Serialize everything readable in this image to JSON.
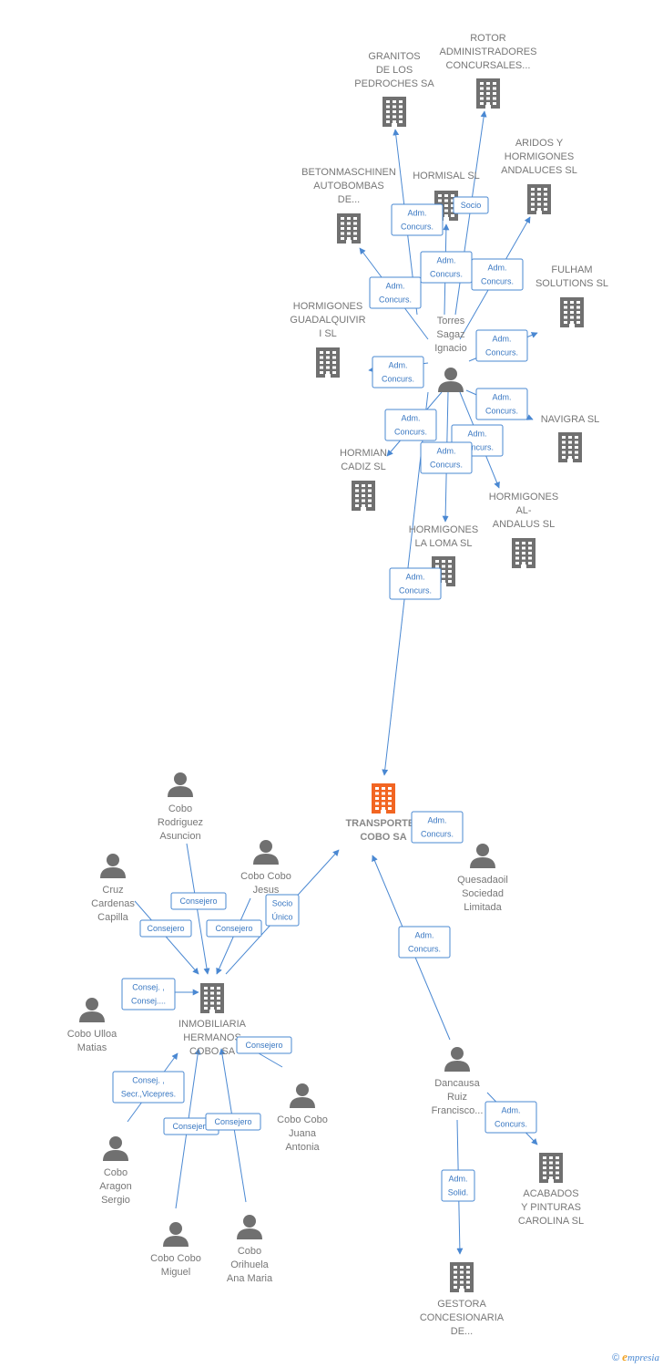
{
  "colors": {
    "edge": "#4a88d2",
    "node": "#707070",
    "main_node": "#f26522"
  },
  "nodes": [
    {
      "id": "transportes",
      "type": "company",
      "main": true,
      "lines": [
        "TRANSPORTES",
        "COBO SA"
      ]
    },
    {
      "id": "granitos",
      "type": "company",
      "lines": [
        "GRANITOS",
        "DE LOS",
        "PEDROCHES SA"
      ]
    },
    {
      "id": "rotor",
      "type": "company",
      "lines": [
        "ROTOR",
        "ADMINISTRADORES",
        "CONCURSALES..."
      ]
    },
    {
      "id": "aridos",
      "type": "company",
      "lines": [
        "ARIDOS Y",
        "HORMIGONES",
        "ANDALUCES SL"
      ]
    },
    {
      "id": "betonmaschinen",
      "type": "company",
      "lines": [
        "BETONMASCHINEN",
        "AUTOBOMBAS",
        "DE..."
      ]
    },
    {
      "id": "hormisal",
      "type": "company",
      "lines": [
        "HORMISAL SL"
      ]
    },
    {
      "id": "fulham",
      "type": "company",
      "lines": [
        "FULHAM",
        "SOLUTIONS SL"
      ]
    },
    {
      "id": "hormigones_guad",
      "type": "company",
      "lines": [
        "HORMIGONES",
        "GUADALQUIVIR",
        "I SL"
      ]
    },
    {
      "id": "navigra",
      "type": "company",
      "lines": [
        "NAVIGRA SL"
      ]
    },
    {
      "id": "hormian",
      "type": "company",
      "lines": [
        "HORMIAN",
        "CADIZ SL"
      ]
    },
    {
      "id": "hormigones_alandalus",
      "type": "company",
      "lines": [
        "HORMIGONES",
        "AL-",
        "ANDALUS SL"
      ]
    },
    {
      "id": "hormigones_loma",
      "type": "company",
      "lines": [
        "HORMIGONES",
        "LA LOMA SL"
      ]
    },
    {
      "id": "torres",
      "type": "person",
      "lines": [
        "Torres",
        "Sagaz",
        "Ignacio"
      ]
    },
    {
      "id": "quesadaoil",
      "type": "person",
      "lines": [
        "Quesadaoil",
        "Sociedad",
        "Limitada"
      ]
    },
    {
      "id": "cobo_rodriguez",
      "type": "person",
      "lines": [
        "Cobo",
        "Rodriguez",
        "Asuncion"
      ]
    },
    {
      "id": "cobo_cobo_jesus",
      "type": "person",
      "lines": [
        "Cobo Cobo",
        "Jesus"
      ]
    },
    {
      "id": "cruz_cardenas",
      "type": "person",
      "lines": [
        "Cruz",
        "Cardenas",
        "Capilla"
      ]
    },
    {
      "id": "inmobiliaria",
      "type": "company",
      "lines": [
        "INMOBILIARIA",
        "HERMANOS",
        "COBO SA"
      ]
    },
    {
      "id": "cobo_ulloa",
      "type": "person",
      "lines": [
        "Cobo Ulloa",
        "Matias"
      ]
    },
    {
      "id": "cobo_cobo_juana",
      "type": "person",
      "lines": [
        "Cobo Cobo",
        "Juana",
        "Antonia"
      ]
    },
    {
      "id": "cobo_aragon",
      "type": "person",
      "lines": [
        "Cobo",
        "Aragon",
        "Sergio"
      ]
    },
    {
      "id": "cobo_cobo_miguel",
      "type": "person",
      "lines": [
        "Cobo Cobo",
        "Miguel"
      ]
    },
    {
      "id": "cobo_orihuela",
      "type": "person",
      "lines": [
        "Cobo",
        "Orihuela",
        "Ana Maria"
      ]
    },
    {
      "id": "dancausa",
      "type": "person",
      "lines": [
        "Dancausa",
        "Ruiz",
        "Francisco..."
      ]
    },
    {
      "id": "acabados",
      "type": "company",
      "lines": [
        "ACABADOS",
        "Y PINTURAS",
        "CAROLINA SL"
      ]
    },
    {
      "id": "gestora",
      "type": "company",
      "lines": [
        "GESTORA",
        "CONCESIONARIA",
        "DE..."
      ]
    }
  ],
  "edges": [
    {
      "from": "torres",
      "to": "granitos",
      "lines": [
        "Adm.",
        "Concurs."
      ]
    },
    {
      "from": "torres",
      "to": "rotor",
      "lines": [
        "Socio"
      ]
    },
    {
      "from": "torres",
      "to": "hormisal",
      "lines": [
        "Adm.",
        "Concurs."
      ]
    },
    {
      "from": "torres",
      "to": "aridos",
      "lines": [
        "Adm.",
        "Concurs."
      ]
    },
    {
      "from": "torres",
      "to": "betonmaschinen",
      "lines": [
        "Adm.",
        "Concurs."
      ]
    },
    {
      "from": "torres",
      "to": "fulham",
      "lines": [
        "Adm.",
        "Concurs."
      ]
    },
    {
      "from": "torres",
      "to": "hormigones_guad",
      "lines": [
        "Adm.",
        "Concurs."
      ]
    },
    {
      "from": "torres",
      "to": "navigra",
      "lines": [
        "Adm.",
        "Concurs."
      ]
    },
    {
      "from": "torres",
      "to": "hormian",
      "lines": [
        "Adm.",
        "Concurs."
      ]
    },
    {
      "from": "torres",
      "to": "hormigones_alandalus",
      "lines": [
        "Adm.",
        "Concurs."
      ]
    },
    {
      "from": "torres",
      "to": "hormigones_loma",
      "lines": [
        "Adm.",
        "Concurs."
      ]
    },
    {
      "from": "torres",
      "to": "transportes",
      "lines": [
        "Adm.",
        "Concurs."
      ]
    },
    {
      "from": "quesadaoil",
      "to": "transportes",
      "lines": [
        "Adm.",
        "Concurs."
      ]
    },
    {
      "from": "dancausa",
      "to": "transportes",
      "lines": [
        "Adm.",
        "Concurs."
      ]
    },
    {
      "from": "inmobiliaria",
      "to": "transportes",
      "lines": [
        "Socio",
        "Único"
      ]
    },
    {
      "from": "cobo_rodriguez",
      "to": "inmobiliaria",
      "lines": [
        "Consejero"
      ]
    },
    {
      "from": "cruz_cardenas",
      "to": "inmobiliaria",
      "lines": [
        "Consejero"
      ]
    },
    {
      "from": "cobo_cobo_jesus",
      "to": "inmobiliaria",
      "lines": [
        "Consejero"
      ]
    },
    {
      "from": "cobo_ulloa",
      "to": "inmobiliaria",
      "lines": [
        "Consej. ,",
        "Consej...."
      ]
    },
    {
      "from": "cobo_cobo_juana",
      "to": "inmobiliaria",
      "lines": [
        "Consejero"
      ]
    },
    {
      "from": "cobo_aragon",
      "to": "inmobiliaria",
      "lines": [
        "Consej. ,",
        "Secr.,Vicepres."
      ]
    },
    {
      "from": "cobo_cobo_miguel",
      "to": "inmobiliaria",
      "lines": [
        "Consejero"
      ]
    },
    {
      "from": "cobo_orihuela",
      "to": "inmobiliaria",
      "lines": [
        "Consejero"
      ]
    },
    {
      "from": "dancausa",
      "to": "acabados",
      "lines": [
        "Adm.",
        "Concurs."
      ]
    },
    {
      "from": "dancausa",
      "to": "gestora",
      "lines": [
        "Adm.",
        "Solid."
      ]
    }
  ],
  "footer": {
    "copyright": "©",
    "brand_initial": "e",
    "brand_rest": "mpresia"
  }
}
